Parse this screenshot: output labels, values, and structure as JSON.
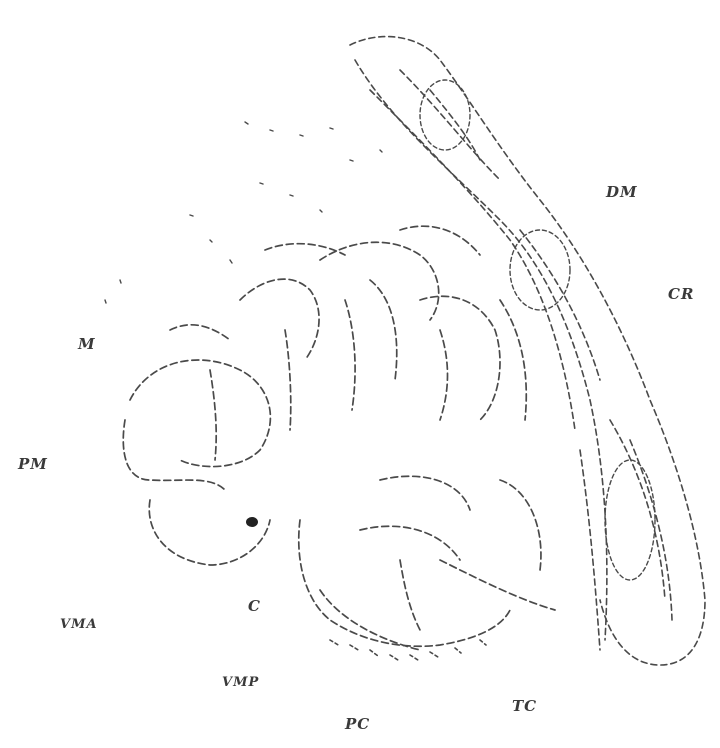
{
  "figure": {
    "description_colors": {
      "ink": "#4a4a4a",
      "background": "#ffffff"
    },
    "labels": {
      "dm": "DM",
      "cr": "CR",
      "m": "M",
      "pm": "PM",
      "vma": "VMA",
      "c": "C",
      "vmp": "VMP",
      "pc": "PC",
      "tc": "TC"
    }
  }
}
